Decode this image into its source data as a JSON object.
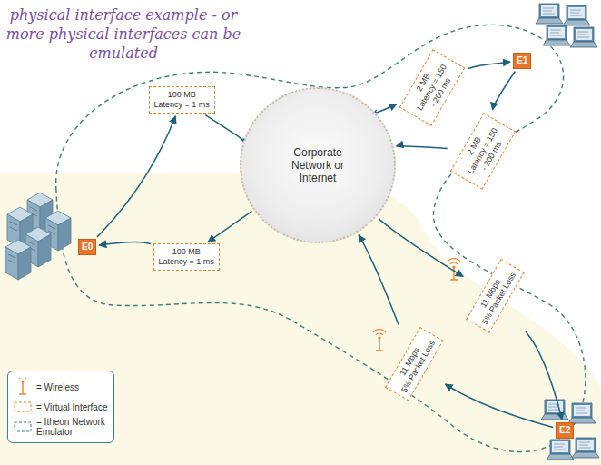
{
  "diagram": {
    "nodes": [
      {
        "text": [
          "E1"
        ]
      },
      {
        "text": [
          "2 MB",
          "Latency = 150 - 200 ms"
        ]
      },
      {
        "text": [
          "2 MB",
          "Latency = 150 - 200 ms"
        ]
      },
      {
        "text": [
          "100 MB",
          "Latency = 1 ms"
        ]
      },
      {
        "text": [
          "Corporate Network or Internet"
        ]
      },
      {
        "text": [
          "E0"
        ]
      },
      {
        "text": [
          "100 MB",
          "Latency = 1 ms"
        ]
      },
      {
        "text": [
          "11 Mbps",
          "5% Packet Loss"
        ]
      },
      {
        "text": [
          "11 Mbps",
          "5% Packet Loss"
        ]
      },
      {
        "text": [
          "E2"
        ]
      }
    ],
    "edges": [
      {
        "from": 4,
        "to": 1,
        "arrow": "to"
      },
      {
        "from": 1,
        "to": 0,
        "arrow": "to"
      },
      {
        "from": 0,
        "to": 2,
        "arrow": "to"
      },
      {
        "from": 2,
        "to": 4,
        "arrow": "to"
      },
      {
        "from": 5,
        "to": 3,
        "arrow": "to"
      },
      {
        "from": 3,
        "to": 4,
        "arrow": "to"
      },
      {
        "from": 4,
        "to": 6,
        "arrow": "to"
      },
      {
        "from": 6,
        "to": 5,
        "arrow": "to"
      },
      {
        "from": 4,
        "to": 7,
        "arrow": "to"
      },
      {
        "from": 7,
        "to": 9,
        "arrow": "to"
      },
      {
        "from": 9,
        "to": 8,
        "arrow": "to"
      },
      {
        "from": 8,
        "to": 4,
        "arrow": "to"
      }
    ],
    "labels": [
      "physical interface example - or more physical interfaces can be emulated"
    ],
    "legend": [
      {
        "text": "= Wireless"
      },
      {
        "text": "= Virtual Interface"
      },
      {
        "text": "= Itheon Network Emulator"
      }
    ]
  }
}
